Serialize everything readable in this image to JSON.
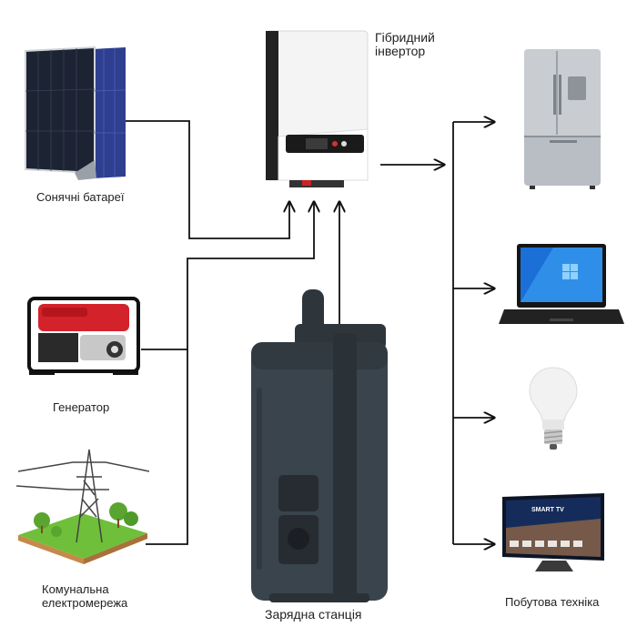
{
  "labels": {
    "solar": "Сонячні батареї",
    "inverter_line1": "Гібридний",
    "inverter_line2": "інвертор",
    "generator": "Генератор",
    "grid_line1": "Комунальна",
    "grid_line2": "електромережа",
    "station": "Зарядна станція",
    "appliances": "Побутова техніка"
  },
  "tv_screen_text": "SMART TV",
  "colors": {
    "wire": "#111111",
    "solar_panel": "#1c2333",
    "solar_panel_alt": "#2f3f8f",
    "inverter_body": "#f4f4f4",
    "inverter_side": "#222222",
    "generator_red": "#d4222a",
    "station_body": "#3a444c",
    "grass": "#6fbf3a",
    "soil": "#c58a4a",
    "fridge": "#b9bec4",
    "laptop_screen": "#1b6fd6",
    "bulb": "#f2f2f2"
  },
  "icons": [
    "solar-panel-icon",
    "hybrid-inverter-icon",
    "generator-icon",
    "power-grid-icon",
    "charging-station-icon",
    "refrigerator-icon",
    "laptop-icon",
    "light-bulb-icon",
    "smart-tv-icon"
  ]
}
